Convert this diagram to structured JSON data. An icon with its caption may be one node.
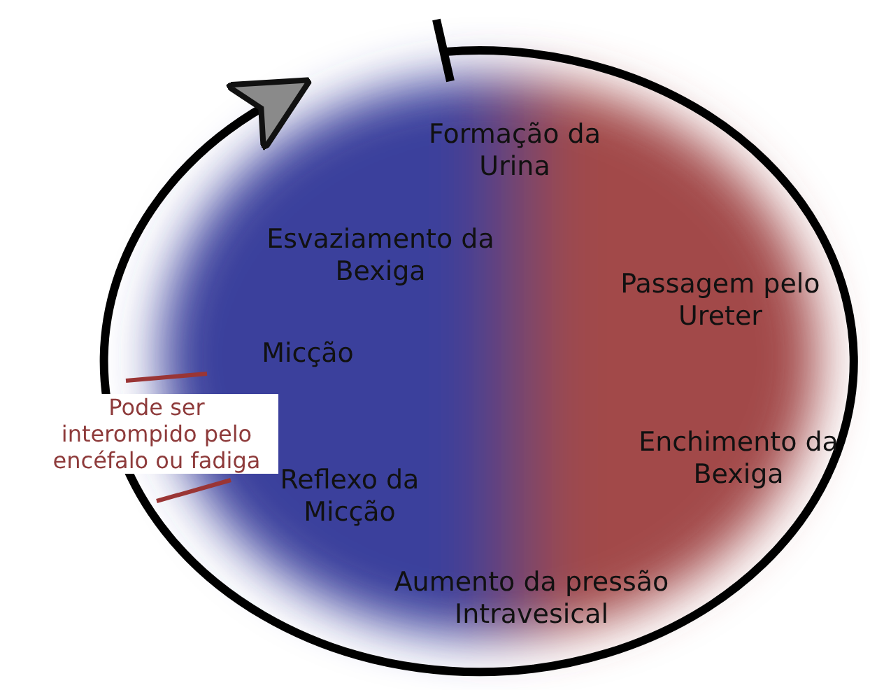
{
  "diagram": {
    "labels": [
      "Formação da Urina",
      "Passagem pelo Ureter",
      "Enchimento da Bexiga",
      "Aumento da pressão Intravesical",
      "Reflexo da Micção",
      "Micção",
      "Esvaziamento da Bexiga",
      "Pode ser interompido pelo encéfalo ou fadiga"
    ]
  }
}
